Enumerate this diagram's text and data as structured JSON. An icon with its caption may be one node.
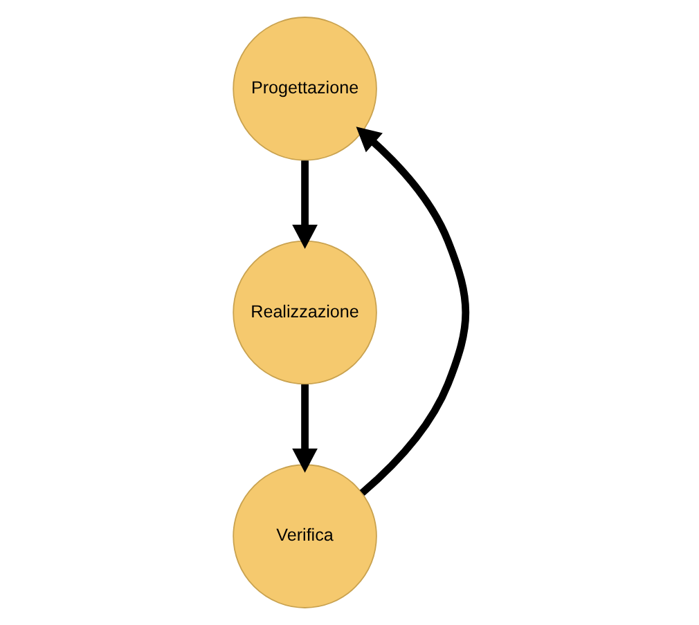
{
  "diagram": {
    "nodes": [
      {
        "text": [
          "Progettazione"
        ]
      },
      {
        "text": [
          "Realizzazione"
        ]
      },
      {
        "text": [
          "Verifica"
        ]
      }
    ],
    "edges": [
      {
        "from": 0,
        "to": 1,
        "arrow": "to"
      },
      {
        "from": 1,
        "to": 2,
        "arrow": "to"
      },
      {
        "from": 2,
        "to": 0,
        "arrow": "to"
      }
    ]
  }
}
